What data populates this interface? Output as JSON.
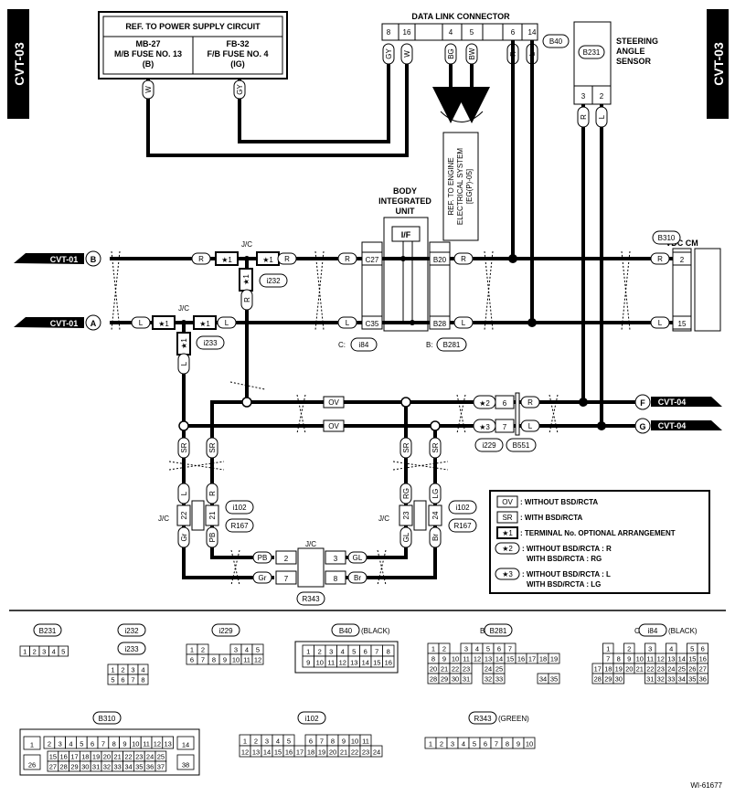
{
  "side_tabs": {
    "left": "CVT-03",
    "right": "CVT-03"
  },
  "power_ref": {
    "title": "REF. TO POWER SUPPLY CIRCUIT",
    "left": [
      "MB-27",
      "M/B FUSE NO. 13",
      "(B)"
    ],
    "right": [
      "FB-32",
      "F/B FUSE NO. 4",
      "(IG)"
    ],
    "left_wire": "W",
    "right_wire": "GY"
  },
  "dlc": {
    "title": "DATA LINK CONNECTOR",
    "pins": [
      "8",
      "16",
      "4",
      "5",
      "6",
      "14"
    ],
    "wires": [
      "GY",
      "W",
      "BG",
      "BW",
      "R",
      "L"
    ],
    "conn": "B40"
  },
  "sas": {
    "title": [
      "STEERING",
      "ANGLE",
      "SENSOR"
    ],
    "conn": "B231",
    "pins": [
      "3",
      "2"
    ],
    "wires": [
      "R",
      "L"
    ]
  },
  "ref_eg": [
    "REF. TO ENGINE",
    "ELECTRICAL SYSTEM",
    "[EG(P)-05]"
  ],
  "biu": {
    "title": [
      "BODY",
      "INTEGRATED",
      "UNIT"
    ],
    "if": "I/F",
    "c_pins": [
      "C27",
      "C35"
    ],
    "b_pins": [
      "B20",
      "B28"
    ],
    "c_label": "C:",
    "c_conn": "i84",
    "b_label": "B:",
    "b_conn": "B281"
  },
  "vdc": {
    "title": "VDC CM",
    "conn": "B310",
    "pins": [
      "2",
      "15"
    ]
  },
  "cvt_in": [
    {
      "name": "CVT-01",
      "letter": "B"
    },
    {
      "name": "CVT-01",
      "letter": "A"
    }
  ],
  "cvt_out": [
    {
      "name": "CVT-04",
      "letter": "F"
    },
    {
      "name": "CVT-04",
      "letter": "G"
    }
  ],
  "jc": "J/C",
  "star1": "★1",
  "jc_conns": [
    "i232",
    "i233"
  ],
  "wires": {
    "R": "R",
    "L": "L",
    "OV": "OV",
    "SR": "SR",
    "Gr": "Gr",
    "PB": "PB",
    "GL": "GL",
    "Br": "Br",
    "RG": "RG",
    "LG": "LG"
  },
  "opt": {
    "s2": "★2",
    "s3": "★3",
    "p6": "6",
    "p7": "7",
    "conn1": "i229",
    "conn2": "B551"
  },
  "jc_left": {
    "pins": [
      "22",
      "21"
    ],
    "conns": [
      "i102",
      "R167"
    ]
  },
  "jc_right": {
    "pins": [
      "23",
      "24"
    ],
    "conns": [
      "i102",
      "R167"
    ]
  },
  "jc_bottom": {
    "pins": [
      "2",
      "7",
      "3",
      "8"
    ],
    "conn": "R343"
  },
  "legend": [
    {
      "key": "OV",
      "text": ": WITHOUT BSD/RCTA"
    },
    {
      "key": "SR",
      "text": ": WITH BSD/RCTA"
    },
    {
      "key": "★1",
      "text": ": TERMINAL No. OPTIONAL ARRANGEMENT"
    },
    {
      "key": "★2",
      "text": ": WITHOUT BSD/RCTA : R",
      "text2": "WITH BSD/RCTA : RG"
    },
    {
      "key": "★3",
      "text": ": WITHOUT BSD/RCTA : L",
      "text2": "WITH BSD/RCTA : LG"
    }
  ],
  "faces": {
    "B231": {
      "name": "B231",
      "rows": [
        [
          "1",
          "2",
          "3",
          "4",
          "5"
        ]
      ]
    },
    "i232": {
      "name": "i232"
    },
    "i233": {
      "name": "i233",
      "rows": [
        [
          "1",
          "2",
          "3",
          "4"
        ],
        [
          "5",
          "6",
          "7",
          "8"
        ]
      ]
    },
    "i229": {
      "name": "i229",
      "rows": [
        [
          "1",
          "2",
          "",
          "",
          "3",
          "4",
          "5"
        ],
        [
          "6",
          "7",
          "8",
          "9",
          "10",
          "11",
          "12"
        ]
      ]
    },
    "B40": {
      "name": "B40",
      "suffix": "(BLACK)",
      "rows": [
        [
          "1",
          "2",
          "3",
          "4",
          "5",
          "6",
          "7",
          "8"
        ],
        [
          "9",
          "10",
          "11",
          "12",
          "13",
          "14",
          "15",
          "16"
        ]
      ]
    },
    "B281": {
      "prefix": "B:",
      "name": "B281",
      "rows": [
        [
          "1",
          "2",
          "",
          "3",
          "4",
          "5",
          "6",
          "7"
        ],
        [
          "8",
          "9",
          "10",
          "11",
          "12",
          "13",
          "14",
          "15",
          "16",
          "17",
          "18",
          "19"
        ],
        [
          "20",
          "21",
          "22",
          "23",
          "",
          "",
          "",
          "",
          "",
          "",
          "",
          ""
        ],
        [
          "28",
          "29",
          "30",
          "31",
          "",
          "32",
          "33",
          "",
          "",
          "",
          "34",
          "35"
        ]
      ],
      "r3": [
        "24",
        "25"
      ]
    },
    "i84": {
      "prefix": "C:",
      "name": "i84",
      "suffix": "(BLACK)"
    },
    "B310": {
      "name": "B310"
    },
    "i102": {
      "name": "i102",
      "rows": [
        [
          "1",
          "2",
          "3",
          "4",
          "5",
          "",
          "6",
          "7",
          "8",
          "9",
          "10",
          "11"
        ],
        [
          "12",
          "13",
          "14",
          "15",
          "16",
          "17",
          "18",
          "19",
          "20",
          "21",
          "22",
          "23",
          "24"
        ]
      ]
    },
    "R343": {
      "name": "R343",
      "suffix": "(GREEN)",
      "rows": [
        [
          "1",
          "2",
          "3",
          "4",
          "5",
          "6",
          "7",
          "8",
          "9",
          "10"
        ]
      ]
    }
  },
  "ref_code": "WI-61677"
}
